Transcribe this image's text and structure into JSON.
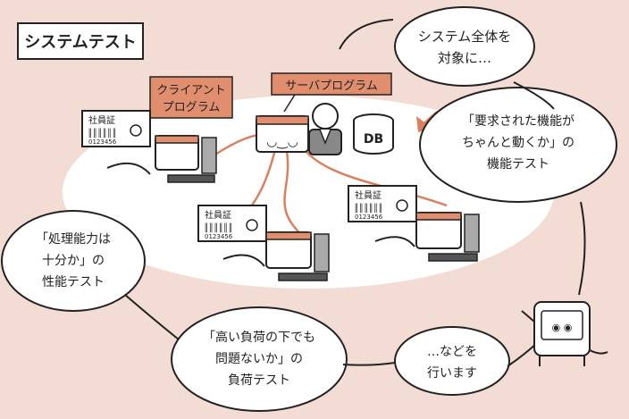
{
  "header": {
    "title": "システムテスト"
  },
  "labels": {
    "client": [
      "クライアント",
      "プログラム"
    ],
    "server": "サーバプログラム",
    "db": "DB"
  },
  "id_card": {
    "title": "社員証",
    "number": "0123456"
  },
  "bubbles": {
    "target": [
      "システム全体を",
      "対象に…"
    ],
    "functional": [
      "「要求された機能が",
      "ちゃんと動くか」の",
      "機能テスト"
    ],
    "performance": [
      "「処理能力は",
      "十分か」の",
      "性能テスト"
    ],
    "load": [
      "「高い負荷の下でも",
      "問題ないか」の",
      "負荷テスト"
    ],
    "etc": [
      "…などを",
      "行います"
    ]
  },
  "colors": {
    "background": "#f2dcd4",
    "accent": "#d9805f",
    "ink": "#222222",
    "oval": "#ffffff"
  }
}
